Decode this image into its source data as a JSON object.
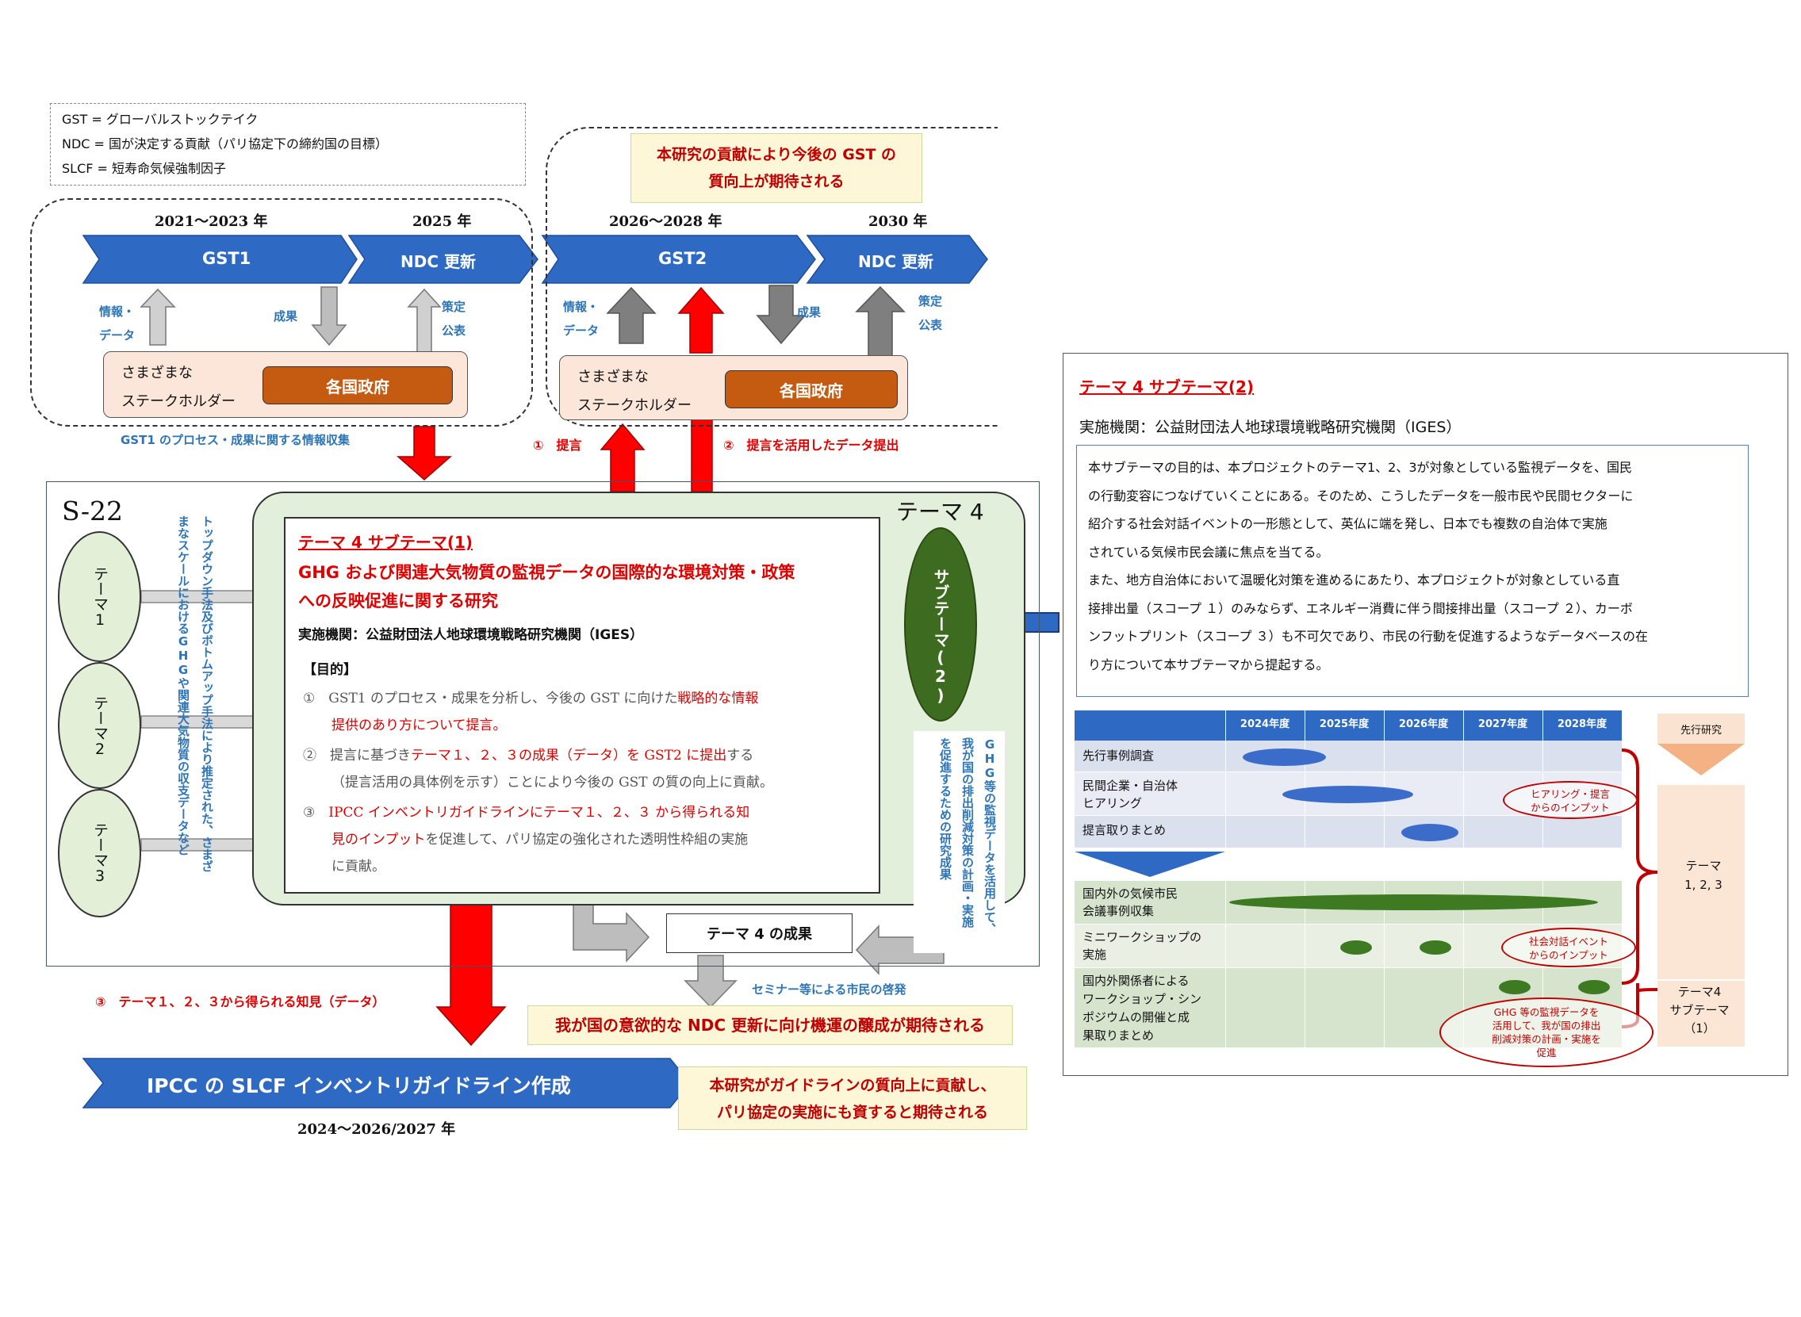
{
  "legend": {
    "lines": [
      "GST = グローバルストックテイク",
      "NDC = 国が決定する貢献（パリ協定下の締約国の目標）",
      "SLCF = 短寿命気候強制因子"
    ]
  },
  "expect_top": [
    "本研究の貢献により今後の GST の",
    "質向上が期待される"
  ],
  "left_group": {
    "year1": "2021〜2023 年",
    "year2": "2025 年",
    "gst": "GST1",
    "ndc": "NDC 更新",
    "info_label": [
      "情報・",
      "データ"
    ],
    "result_label": "成果",
    "decide_label": [
      "策定",
      "公表"
    ],
    "stake": [
      "さまざまな",
      "ステークホルダー"
    ],
    "gov": "各国政府"
  },
  "right_group": {
    "year1": "2026〜2028 年",
    "year2": "2030 年",
    "gst": "GST2",
    "ndc": "NDC 更新",
    "info_label": [
      "情報・",
      "データ"
    ],
    "result_label": "成果",
    "decide_label": [
      "策定",
      "公表"
    ],
    "stake": [
      "さまざまな",
      "ステークホルダー"
    ],
    "gov": "各国政府"
  },
  "gst1_collect": "GST1 のプロセス・成果に関する情報収集",
  "proposal1": "①　提言",
  "proposal2": "②　提言を活用したデータ提出",
  "s22": "S-22",
  "theme4_title": "テーマ 4",
  "themes": [
    "テーマ1",
    "テーマ2",
    "テーマ3"
  ],
  "vert_left": [
    "トップダウン手法及びボトムアップ手法により推定された、さまざ",
    "まなスケールにおけるGHGや関連大気物質の収支データなど"
  ],
  "sub1": {
    "heading": "テーマ 4 サブテーマ(1)",
    "title_l1": "GHG および関連大気物質の監視データの国際的な環境対策・政策",
    "title_l2": "への反映促進に関する研究",
    "org": "実施機関：公益財団法人地球環境戦略研究機関（IGES）",
    "purpose": "【目的】",
    "p1_a": "①　GST1 のプロセス・成果を分析し、今後の GST に向けた",
    "p1_b": "戦略的な情報",
    "p1_c": "提供のあり方について提言。",
    "p2_a": "②　提言に基づき",
    "p2_b": "テーマ１、２、３の成果（データ）を GST2 に提出",
    "p2_c": "する",
    "p2_d": "（提言活用の具体例を示す）ことにより今後の GST の質の向上に貢献。",
    "p3_a": "③　",
    "p3_b": "IPCC インベントリガイドラインにテーマ１、２、３ から得られる知",
    "p3_c": "見のインプット",
    "p3_d": "を促進して、パリ協定の強化された透明性枠組の実施",
    "p3_e": "に貢献。"
  },
  "sub2_oval": "サブテーマ(2)",
  "vert_right": [
    "GHG等の監視データを活用して、",
    "我が国の排出削減対策の計画・実施",
    "を促進するための研究成果"
  ],
  "theme4_result": "テーマ 4 の成果",
  "seminar": "セミナー等による市民の啓発",
  "expect_ndc": "我が国の意欲的な NDC 更新に向け機運の醸成が期待される",
  "knowledge3": "③　テーマ１、２、３から得られる知見（データ）",
  "ipcc": "IPCC の SLCF インベントリガイドライン作成",
  "ipcc_years": "2024〜2026/2027 年",
  "expect_ipcc": [
    "本研究がガイドラインの質向上に貢献し、",
    "パリ協定の実施にも資すると期待される"
  ],
  "panel": {
    "heading": "テーマ 4 サブテーマ(2)",
    "org": "実施機関：公益財団法人地球環境戦略研究機関（IGES）",
    "desc": [
      "本サブテーマの目的は、本プロジェクトのテーマ1、2、3が対象としている監視データを、国民",
      "の行動変容につなげていくことにある。そのため、こうしたデータを一般市民や民間セクターに",
      "紹介する社会対話イベントの一形態として、英仏に端を発し、日本でも複数の自治体で実施",
      "されている気候市民会議に焦点を当てる。",
      "また、地方自治体において温暖化対策を進めるにあたり、本プロジェクトが対象としている直",
      "接排出量（スコープ １）のみならず、エネルギー消費に伴う間接排出量（スコープ ２）、カーボ",
      "ンフットプリント（スコープ ３）も不可欠であり、市民の行動を促進するようなデータベースの在",
      "り方について本サブテーマから提起する。"
    ],
    "years": [
      "2024年度",
      "2025年度",
      "2026年度",
      "2027年度",
      "2028年度"
    ],
    "rows": [
      {
        "label": [
          "先行事例調査"
        ]
      },
      {
        "label": [
          "民間企業・自治体",
          "ヒアリング"
        ]
      },
      {
        "label": [
          "提言取りまとめ"
        ]
      },
      {
        "label": [
          "国内外の気候市民",
          "会議事例収集"
        ]
      },
      {
        "label": [
          "ミニワークショップの",
          "実施"
        ]
      },
      {
        "label": [
          "国内外関係者による",
          "ワークショップ・シン",
          "ポジウムの開催と成",
          "果取りまとめ"
        ]
      }
    ],
    "prior": "先行研究",
    "side_theme": [
      "テーマ",
      "1, 2, 3"
    ],
    "side_sub": [
      "テーマ4",
      "サブテーマ",
      "（1）"
    ],
    "note1": [
      "ヒアリング・提言",
      "からのインプット"
    ],
    "note2": [
      "社会対話イベント",
      "からのインプット"
    ],
    "note3": [
      "GHG 等の監視データを",
      "活用して、我が国の排出",
      "削減対策の計画・実施を",
      "促進"
    ]
  },
  "colors": {
    "chevron": "#2e6ac4",
    "red": "#ff0000",
    "gray_arrow": "#7f7f7f",
    "theme4_bg": "#e2efda",
    "gov": "#c55a11",
    "dark_oval": "#3d6b1f",
    "gantt_header": "#2e6ac4"
  }
}
